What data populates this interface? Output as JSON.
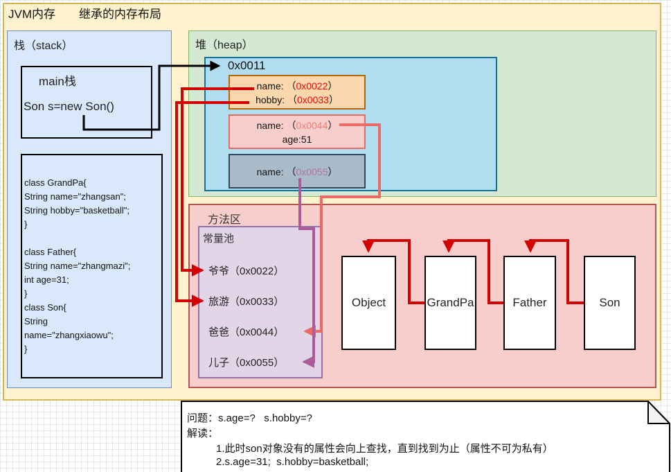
{
  "title": "JVM内存　　继承的内存布局",
  "stack": {
    "label": "栈（stack）",
    "main_frame_title": "main栈",
    "main_frame_code": "Son s=new Son()",
    "class_code": [
      "class GrandPa{",
      "String name=\"zhangsan\";",
      "String hobby=\"basketball\";",
      "}",
      "",
      "class Father{",
      "String name=\"zhangmazi\";",
      "int age=31;",
      "}",
      "class Son{",
      "String",
      "name=\"zhangxiaowu\";",
      "}"
    ]
  },
  "heap": {
    "label": "堆（heap）",
    "address": "0x0011",
    "grandpa_part": {
      "f1_label": "name: ",
      "f1_open": "（",
      "f1_ref": "0x0022",
      "f1_close": "）",
      "f2_label": "hobby: ",
      "f2_open": "（",
      "f2_ref": "0x0033",
      "f2_close": "）"
    },
    "father_part": {
      "f1_label": "name: ",
      "f1_open": "（",
      "f1_ref": "0x0044",
      "f1_close": "）",
      "f2": "age:51"
    },
    "son_part": {
      "f1_label": "name: ",
      "f1_open": "（",
      "f1_ref": "0x0055",
      "f1_close": "）"
    }
  },
  "method_area": {
    "label": "方法区",
    "pool_label": "常量池",
    "entries": [
      "爷爷（0x0022）",
      "旅游（0x0033）",
      "爸爸（0x0044）",
      "儿子（0x0055）"
    ],
    "classes": [
      "Object",
      "GrandPa",
      "Father",
      "Son"
    ]
  },
  "note": {
    "question": "问题：s.age=?   s.hobby=?",
    "answer_label": "解读：",
    "point1": "1.此时son对象没有的属性会向上查找，直到找到为止（属性不可为私有）",
    "point2": "2.s.age=31;  s.hobby=basketball;"
  },
  "colors": {
    "grid-line": "#e3e7eb",
    "panel-yellow-bg": "#fff2cc",
    "panel-yellow-border": "#d6b656",
    "stack-bg": "#dae8fc",
    "stack-border": "#6c8ebf",
    "heap-bg": "#d5e8d4",
    "heap-border": "#82b366",
    "heap-inner-bg": "#b1ddf0",
    "heap-inner-border": "#10739e",
    "obj1-bg": "#fad7ac",
    "obj1-border": "#b46504",
    "obj2-bg": "#f8cecc",
    "obj2-border": "#ea6b66",
    "obj3-bg": "#a9bbc8",
    "obj3-border": "#32485a",
    "method-bg": "#f8cecc",
    "method-border": "#b85450",
    "pool-bg": "#e1d5e7",
    "pool-border": "#9673a6",
    "arrow-red": "#d40000",
    "arrow-black": "#000000",
    "arrow-salmon": "#ea6b66",
    "arrow-purple": "#ab5b99",
    "ref-red": "#ff0000",
    "ref-salmon": "#ec7e76",
    "ref-purple": "#b5739d"
  }
}
